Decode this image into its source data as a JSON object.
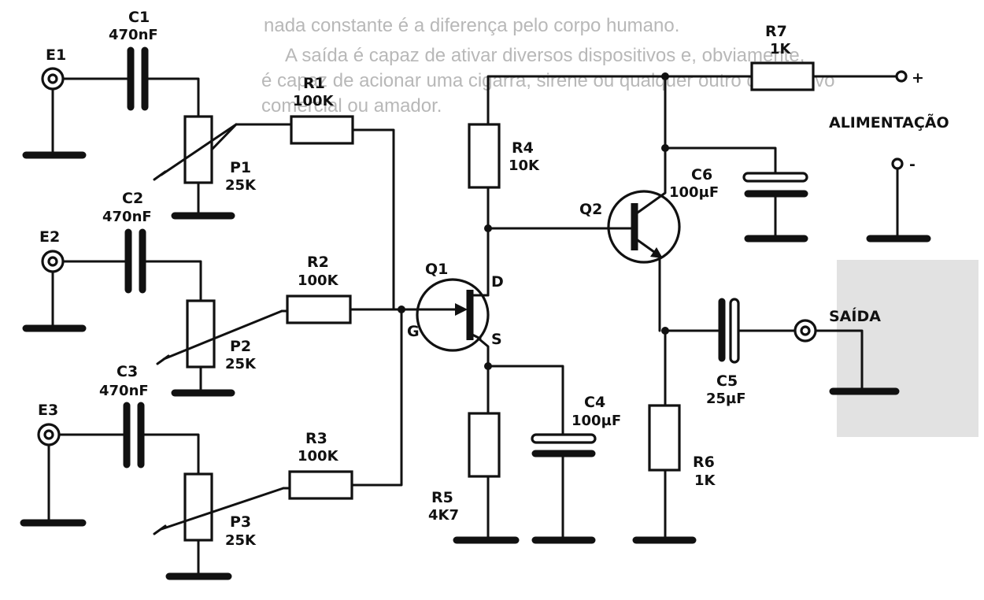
{
  "background_text": {
    "line1": "nada constante é a diferença pelo corpo humano.",
    "line2": "A saída é capaz de ativar diversos dispositivos e, obviamente,",
    "line3": "é capaz de acionar uma cigarra, sirene ou qualquer outro dispositivo",
    "line4": "comercial ou amador."
  },
  "inputs": {
    "e1": "E1",
    "e2": "E2",
    "e3": "E3"
  },
  "capacitors": {
    "c1": {
      "name": "C1",
      "value": "470nF"
    },
    "c2": {
      "name": "C2",
      "value": "470nF"
    },
    "c3": {
      "name": "C3",
      "value": "470nF"
    },
    "c4": {
      "name": "C4",
      "value": "100µF"
    },
    "c5": {
      "name": "C5",
      "value": "25µF"
    },
    "c6": {
      "name": "C6",
      "value": "100µF"
    }
  },
  "resistors": {
    "r1": {
      "name": "R1",
      "value": "100K"
    },
    "r2": {
      "name": "R2",
      "value": "100K"
    },
    "r3": {
      "name": "R3",
      "value": "100K"
    },
    "r4": {
      "name": "R4",
      "value": "10K"
    },
    "r5": {
      "name": "R5",
      "value": "4K7"
    },
    "r6": {
      "name": "R6",
      "value": "1K"
    },
    "r7": {
      "name": "R7",
      "value": "1K"
    }
  },
  "potentiometers": {
    "p1": {
      "name": "P1",
      "value": "25K"
    },
    "p2": {
      "name": "P2",
      "value": "25K"
    },
    "p3": {
      "name": "P3",
      "value": "25K"
    }
  },
  "transistors": {
    "q1": {
      "name": "Q1",
      "gate": "G",
      "drain": "D",
      "source": "S"
    },
    "q2": {
      "name": "Q2"
    }
  },
  "power": {
    "label": "ALIMENTAÇÃO",
    "plus": "+",
    "minus": "-"
  },
  "output": {
    "label": "SAÍDA"
  }
}
